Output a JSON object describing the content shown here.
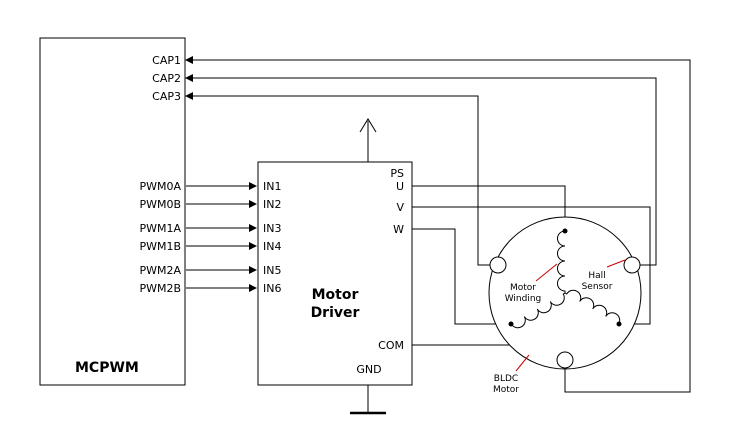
{
  "diagram": {
    "mcpwm": {
      "title": "MCPWM",
      "cap_pins": [
        "CAP1",
        "CAP2",
        "CAP3"
      ],
      "pwm_pins": [
        "PWM0A",
        "PWM0B",
        "PWM1A",
        "PWM1B",
        "PWM2A",
        "PWM2B"
      ]
    },
    "driver": {
      "title_line1": "Motor",
      "title_line2": "Driver",
      "in_pins": [
        "IN1",
        "IN2",
        "IN3",
        "IN4",
        "IN5",
        "IN6"
      ],
      "ps_pin": "PS",
      "phase_pins": [
        "U",
        "V",
        "W"
      ],
      "com_pin": "COM",
      "gnd_pin": "GND"
    },
    "motor": {
      "winding_line1": "Motor",
      "winding_line2": "Winding",
      "hall_line1": "Hall",
      "hall_line2": "Sensor",
      "bldc_line1": "BLDC",
      "bldc_line2": "Motor"
    },
    "colors": {
      "line": "#000000",
      "annotation": "#cc0000",
      "background": "#ffffff"
    }
  }
}
